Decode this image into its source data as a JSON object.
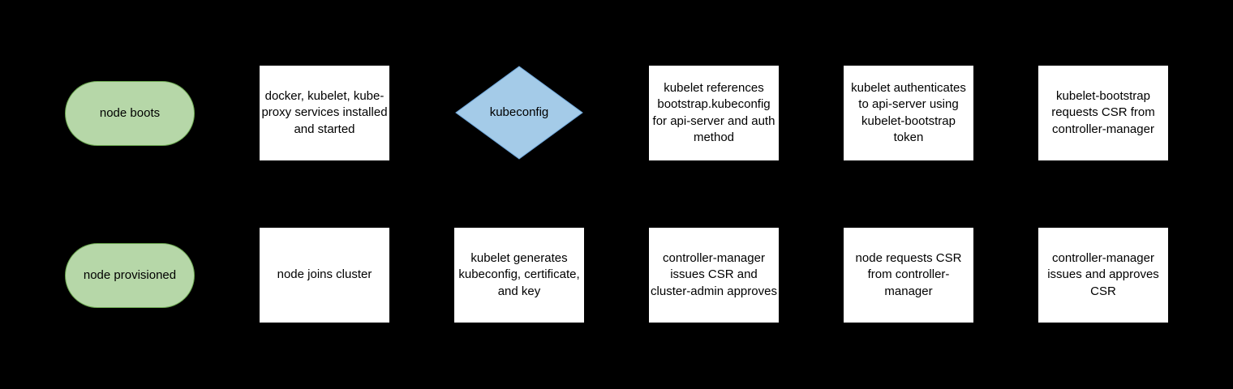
{
  "diagram": {
    "colors": {
      "background": "#000000",
      "process_fill": "#ffffff",
      "terminator_fill": "#b6d7a8",
      "terminator_border": "#6aa84f",
      "decision_fill": "#a4cbe8",
      "decision_border": "#6fa8dc",
      "text": "#000000"
    },
    "rows": [
      {
        "nodes": [
          {
            "type": "terminator",
            "label": "node boots"
          },
          {
            "type": "process",
            "label": "docker, kubelet, kube-proxy services installed and started"
          },
          {
            "type": "decision",
            "label": "kubeconfig"
          },
          {
            "type": "process",
            "label": "kubelet references bootstrap.kubeconfig for api-server and auth method"
          },
          {
            "type": "process",
            "label": "kubelet authenticates to api-server using kubelet-bootstrap token"
          },
          {
            "type": "process",
            "label": "kubelet-bootstrap requests CSR from controller-manager"
          }
        ]
      },
      {
        "nodes": [
          {
            "type": "terminator",
            "label": "node provisioned"
          },
          {
            "type": "process",
            "label": "node joins cluster"
          },
          {
            "type": "process",
            "label": "kubelet generates kubeconfig, certificate, and key"
          },
          {
            "type": "process",
            "label": "controller-manager issues CSR and cluster-admin approves"
          },
          {
            "type": "process",
            "label": "node requests CSR from controller-manager"
          },
          {
            "type": "process",
            "label": "controller-manager issues and approves CSR"
          }
        ]
      }
    ]
  }
}
